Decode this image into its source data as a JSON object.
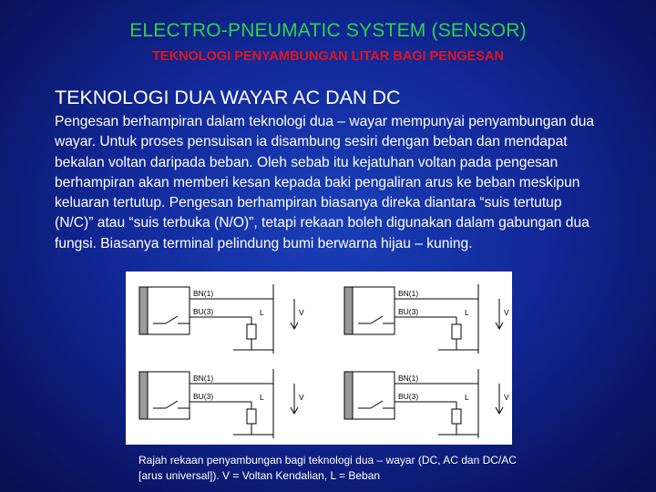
{
  "slide": {
    "title": "ELECTRO-PNEUMATIC SYSTEM (SENSOR)",
    "subtitle": "TEKNOLOGI PENYAMBUNGAN LITAR BAGI PENGESAN",
    "heading": "TEKNOLOGI DUA WAYAR AC DAN DC",
    "paragraph": "Pengesan berhampiran dalam teknologi dua – wayar mempunyai penyambungan dua wayar. Untuk proses pensuisan ia disambung sesiri dengan beban dan mendapat bekalan voltan daripada beban. Oleh sebab itu kejatuhan voltan pada pengesan berhampiran akan memberi kesan kepada baki pengaliran arus ke beban meskipun keluaran tertutup. Pengesan berhampiran biasanya direka diantara “suis tertutup (N/C)” atau “suis terbuka (N/O)”, tetapi rekaan boleh digunakan dalam gabungan dua fungsi. Biasanya terminal pelindung bumi berwarna hijau – kuning.",
    "caption": "Rajah rekaan penyambungan bagi teknologi dua – wayar (DC, AC dan DC/AC [arus universal]).  V = Voltan Kendalian, L = Beban"
  },
  "diagram_labels": {
    "bn": "BN(1)",
    "bu": "BU(3)",
    "load": "L",
    "voltage": "V"
  },
  "colors": {
    "title": "#2fd24a",
    "subtitle": "#e0161c",
    "text": "#ffffff",
    "background": "#12299a"
  }
}
